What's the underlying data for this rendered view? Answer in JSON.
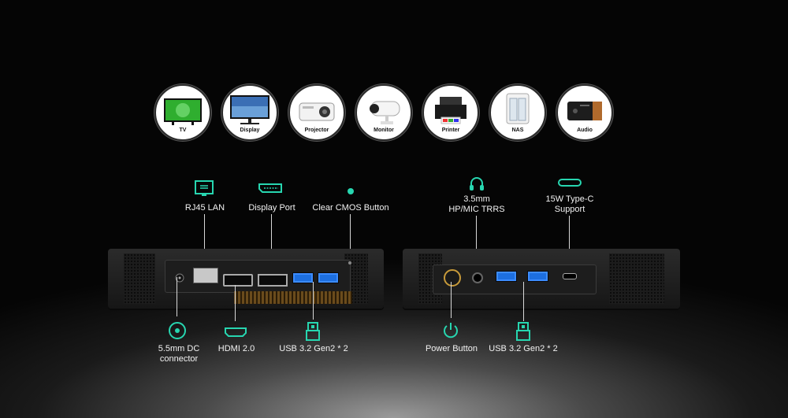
{
  "devices": [
    {
      "label": "TV"
    },
    {
      "label": "Display"
    },
    {
      "label": "Projector"
    },
    {
      "label": "Monitor"
    },
    {
      "label": "Printer"
    },
    {
      "label": "NAS"
    },
    {
      "label": "Audio"
    }
  ],
  "ports": {
    "rj45": "RJ45 LAN",
    "display_port": "Display Port",
    "clear_cmos": "Clear CMOS Button",
    "audio_line1": "3.5mm",
    "audio_line2": "HP/MIC TRRS",
    "typec_line1": "15W Type-C",
    "typec_line2": "Support",
    "dc_line1": "5.5mm DC",
    "dc_line2": "connector",
    "hdmi": "HDMI 2.0",
    "usb_back": "USB 3.2 Gen2 * 2",
    "power": "Power Button",
    "usb_front": "USB 3.2 Gen2 * 2"
  },
  "colors": {
    "accent": "#27d6b0",
    "usb_blue": "#1d6fe0"
  }
}
